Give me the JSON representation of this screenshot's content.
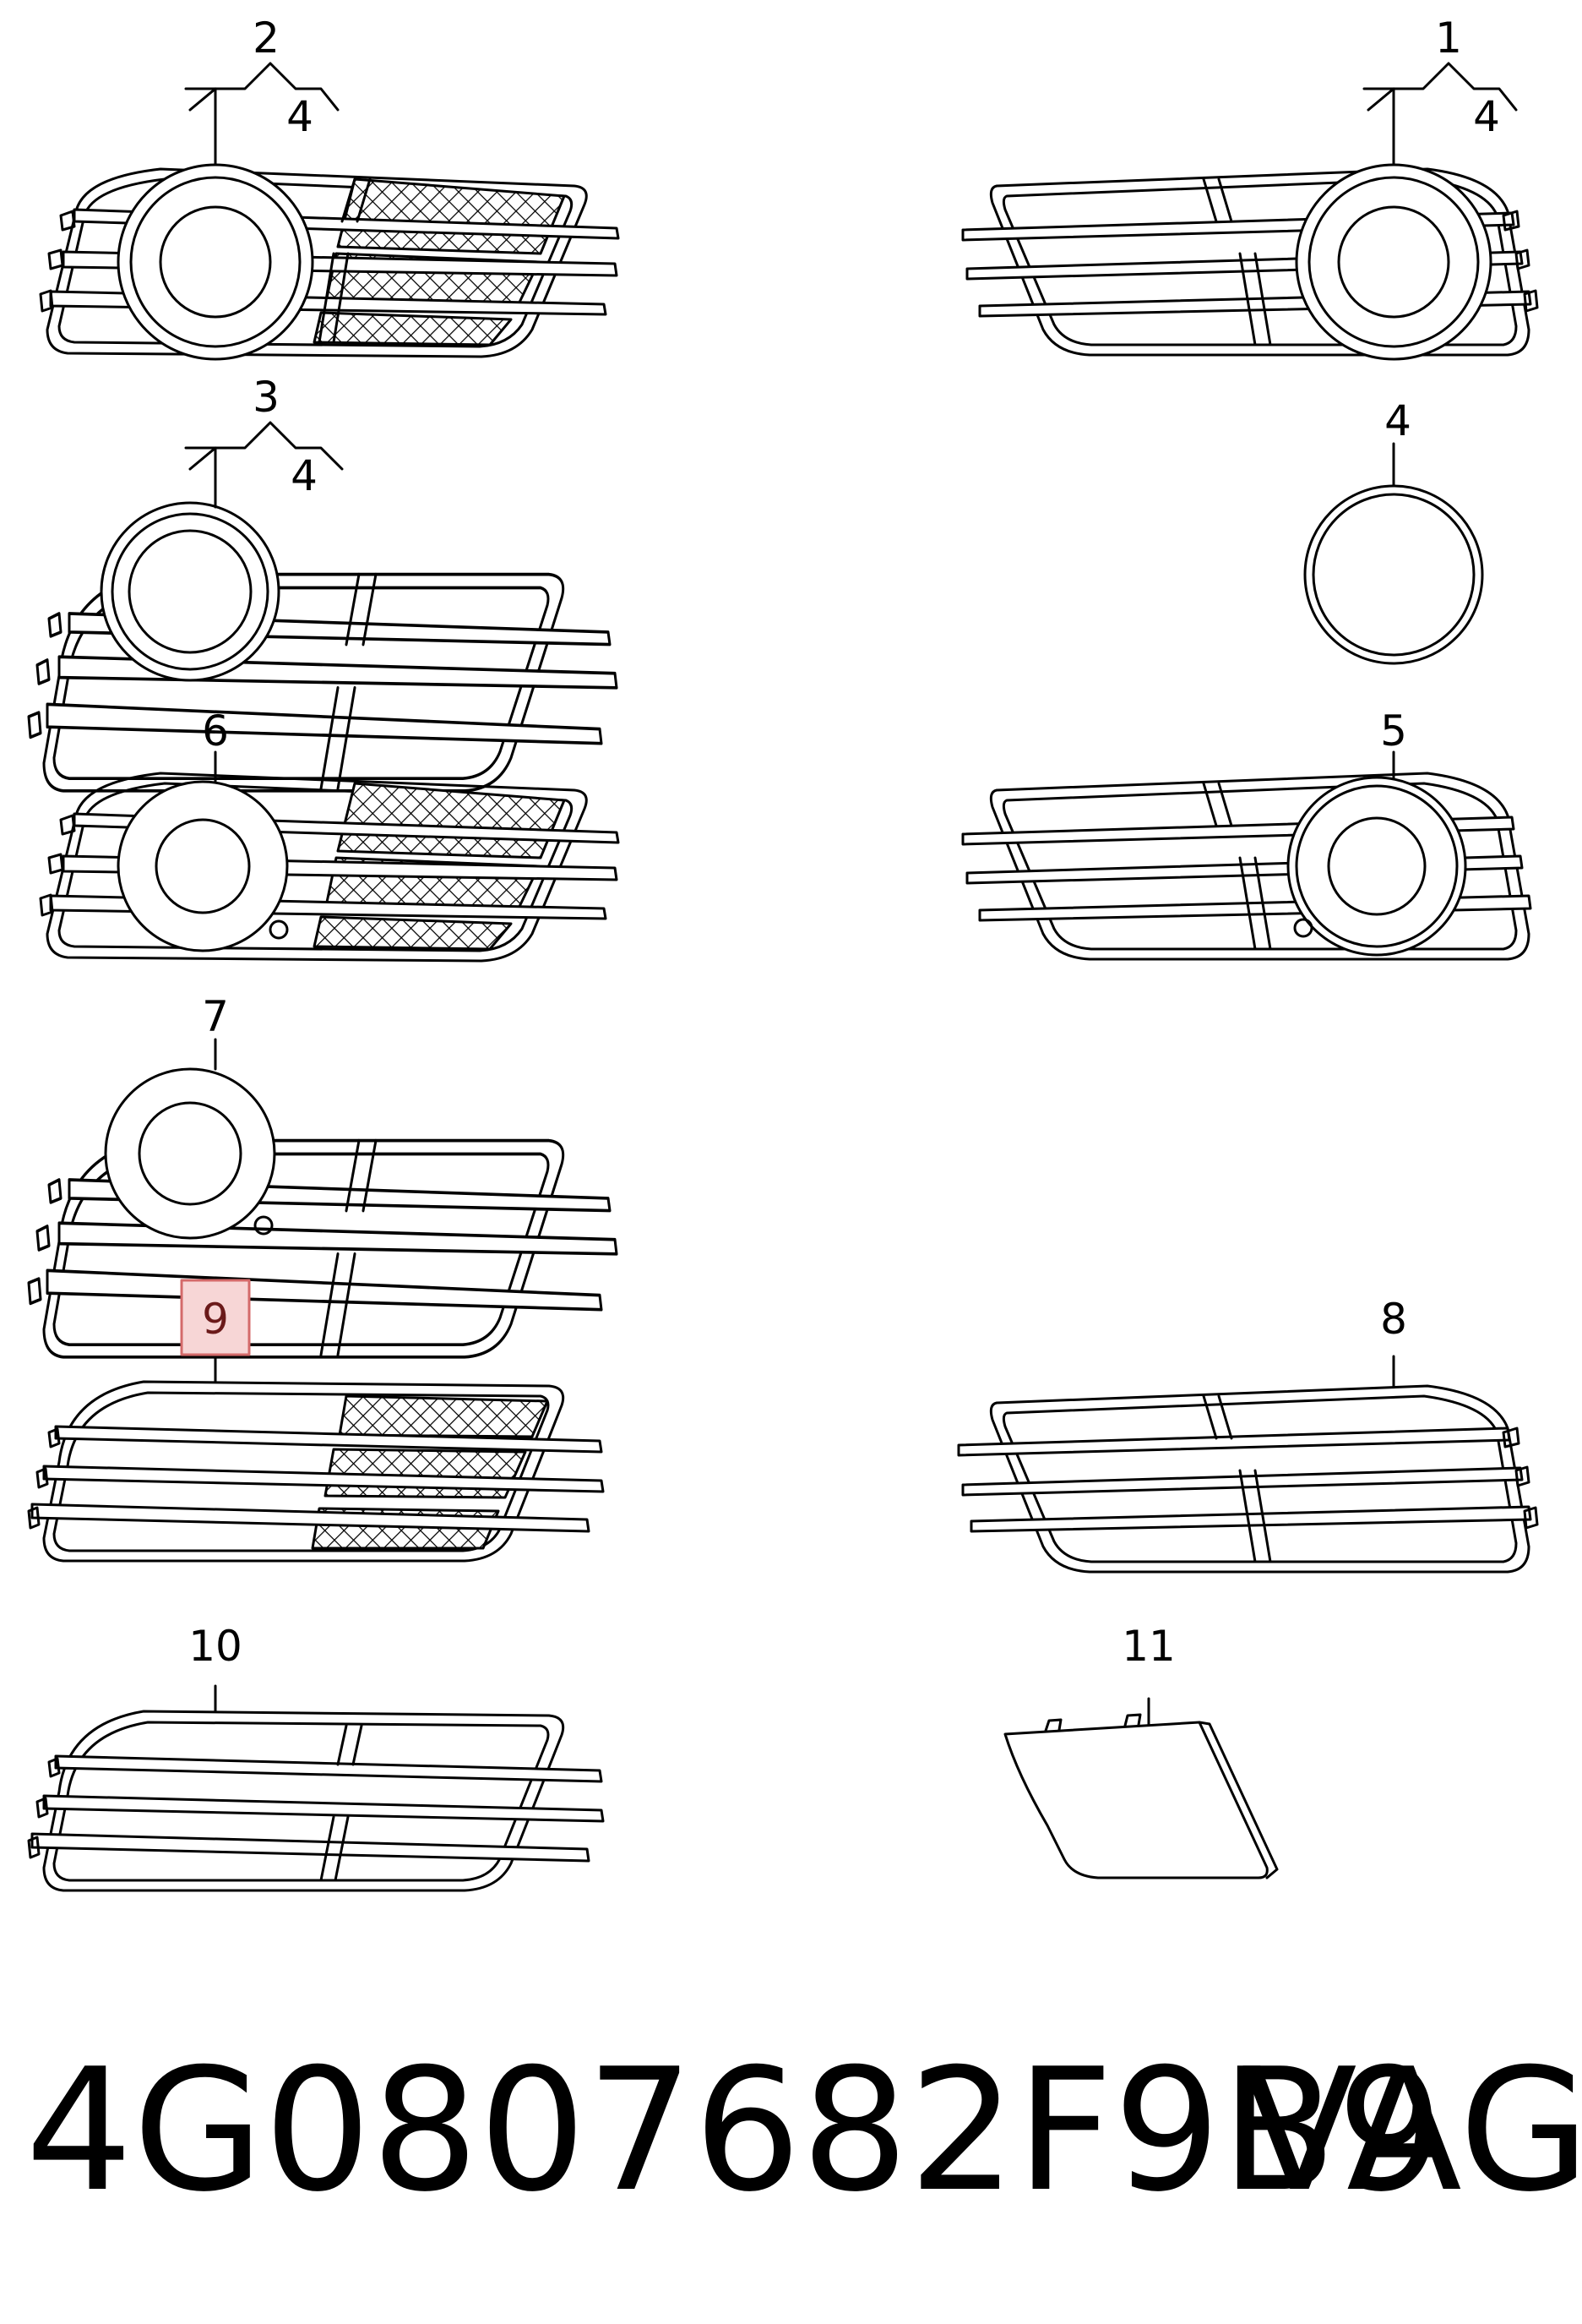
{
  "diagram": {
    "labels": [
      {
        "id": "2",
        "text": "2"
      },
      {
        "id": "1",
        "text": "1"
      },
      {
        "id": "3",
        "text": "3"
      },
      {
        "id": "4",
        "text": "4"
      },
      {
        "id": "6",
        "text": "6"
      },
      {
        "id": "5",
        "text": "5"
      },
      {
        "id": "7",
        "text": "7"
      },
      {
        "id": "9",
        "text": "9",
        "highlighted": true
      },
      {
        "id": "8",
        "text": "8"
      },
      {
        "id": "10",
        "text": "10"
      },
      {
        "id": "11",
        "text": "11"
      }
    ],
    "sub_labels": {
      "a": "4",
      "b": "4",
      "c": "4"
    },
    "highlight_color": "#f7d6d6",
    "highlight_border": "#d46a6a"
  },
  "footer": {
    "part_number": "4G0807682F9B9",
    "brand": "VAG"
  }
}
